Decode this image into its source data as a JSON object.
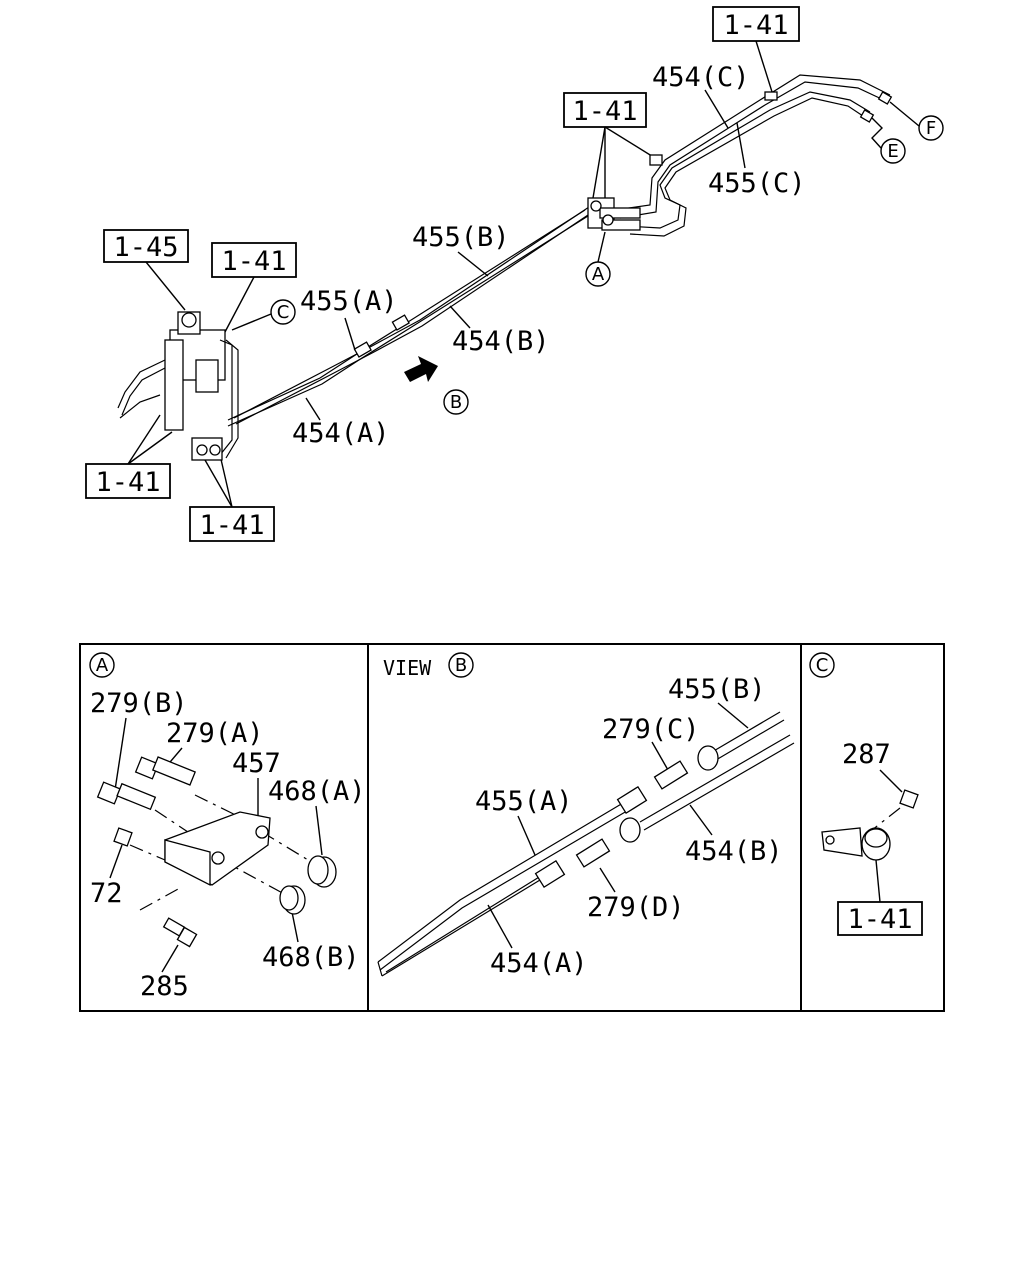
{
  "ref_boxes": {
    "top_right": "1-41",
    "mid_valve": "1-41",
    "left_1_45": "1-45",
    "left_1_41": "1-41",
    "lower_left_a": "1-41",
    "lower_left_b": "1-41",
    "panel_c": "1-41"
  },
  "callouts": {
    "c454_C": "454(C)",
    "c455_C": "455(C)",
    "c455_B": "455(B)",
    "c455_A": "455(A)",
    "c454_B": "454(B)",
    "c454_A": "454(A)"
  },
  "circle_markers": {
    "F": "F",
    "E": "E",
    "A": "A",
    "C": "C",
    "B": "B"
  },
  "panels": {
    "a": {
      "marker": "A",
      "labels": {
        "p279B": "279(B)",
        "p279A": "279(A)",
        "p457": "457",
        "p468A": "468(A)",
        "p72": "72",
        "p468B": "468(B)",
        "p285": "285"
      }
    },
    "view_b": {
      "title": "VIEW",
      "marker": "B",
      "labels": {
        "p455B": "455(B)",
        "p279C": "279(C)",
        "p455A": "455(A)",
        "p454B": "454(B)",
        "p279D": "279(D)",
        "p454A": "454(A)"
      }
    },
    "c": {
      "marker": "C",
      "labels": {
        "p287": "287"
      }
    }
  }
}
